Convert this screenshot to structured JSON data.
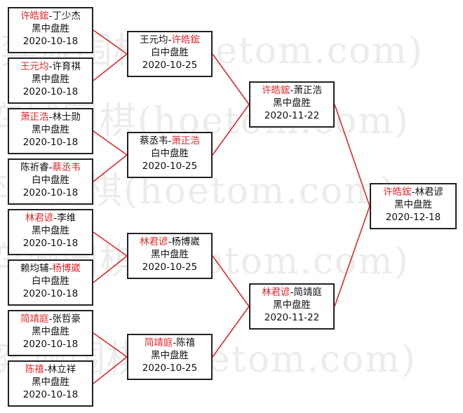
{
  "watermark": "弈城围棋(hoetom.com)",
  "colors": {
    "winner": "#e0282c",
    "line": "#e0282c",
    "border": "#222222"
  },
  "round1": [
    {
      "p1": "许皓鋐",
      "sep": "-",
      "p2": "丁少杰",
      "result": "黑中盘胜",
      "date": "2020-10-18",
      "winner": 1
    },
    {
      "p1": "王元均",
      "sep": "-",
      "p2": "许育祺",
      "result": "黑中盘胜",
      "date": "2020-10-18",
      "winner": 1
    },
    {
      "p1": "萧正浩",
      "sep": "-",
      "p2": "林士勋",
      "result": "黑中盘胜",
      "date": "2020-10-18",
      "winner": 1
    },
    {
      "p1": "陈祈睿",
      "sep": "-",
      "p2": "蔡丞韦",
      "result": "白中盘胜",
      "date": "2020-10-18",
      "winner": 2
    },
    {
      "p1": "林君谚",
      "sep": "-",
      "p2": "李维",
      "result": "黑中盘胜",
      "date": "2020-10-18",
      "winner": 1
    },
    {
      "p1": "赖均辅",
      "sep": "-",
      "p2": "杨博崴",
      "result": "白中盘胜",
      "date": "2020-10-18",
      "winner": 2
    },
    {
      "p1": "简靖庭",
      "sep": "-",
      "p2": "张哲豪",
      "result": "黑中盘胜",
      "date": "2020-10-18",
      "winner": 1
    },
    {
      "p1": "陈禧",
      "sep": "-",
      "p2": "林立祥",
      "result": "黑中盘胜",
      "date": "2020-10-18",
      "winner": 1
    }
  ],
  "round2": [
    {
      "p1": "王元均",
      "sep": "-",
      "p2": "许皓鋐",
      "result": "白中盘胜",
      "date": "2020-10-25",
      "winner": 2
    },
    {
      "p1": "蔡丞韦",
      "sep": "-",
      "p2": "萧正浩",
      "result": "白中盘胜",
      "date": "2020-10-25",
      "winner": 2
    },
    {
      "p1": "林君谚",
      "sep": "-",
      "p2": "杨博崴",
      "result": "黑中盘胜",
      "date": "2020-10-25",
      "winner": 1
    },
    {
      "p1": "简靖庭",
      "sep": "-",
      "p2": "陈禧",
      "result": "黑中盘胜",
      "date": "2020-10-25",
      "winner": 1
    }
  ],
  "round3": [
    {
      "p1": "许皓鋐",
      "sep": "-",
      "p2": "萧正浩",
      "result": "黑中盘胜",
      "date": "2020-11-22",
      "winner": 1
    },
    {
      "p1": "林君谚",
      "sep": "-",
      "p2": "简靖庭",
      "result": "黑中盘胜",
      "date": "2020-11-22",
      "winner": 1
    }
  ],
  "final": [
    {
      "p1": "许皓鋐",
      "sep": "-",
      "p2": "林君谚",
      "result": "黑中盘胜",
      "date": "2020-12-18",
      "winner": 1
    }
  ]
}
